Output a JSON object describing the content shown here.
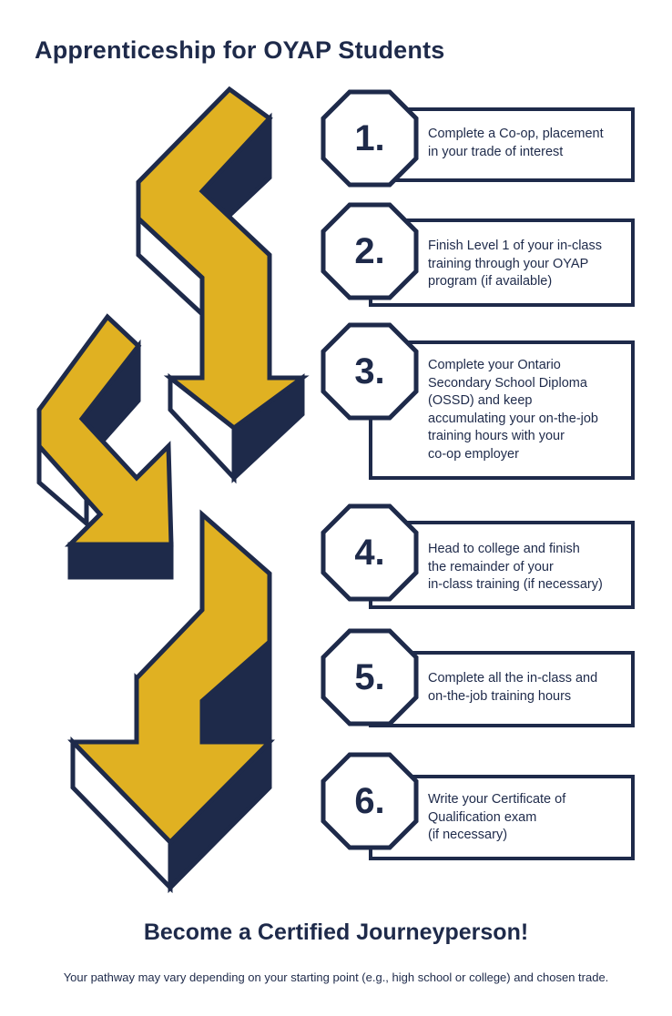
{
  "title": "Apprenticeship for OYAP Students",
  "colors": {
    "navy": "#1e2a4a",
    "gold": "#e0b122",
    "white": "#ffffff"
  },
  "steps": [
    {
      "number": "1.",
      "text": "Complete a Co-op, placement\nin your trade of interest"
    },
    {
      "number": "2.",
      "text": "Finish Level 1 of your in-class\ntraining through your OYAP\nprogram (if available)"
    },
    {
      "number": "3.",
      "text": "Complete your Ontario\nSecondary School Diploma\n(OSSD) and keep\naccumulating your on-the-job\ntraining hours with your\nco-op employer"
    },
    {
      "number": "4.",
      "text": "Head to college and finish\nthe remainder of your\nin-class training (if necessary)"
    },
    {
      "number": "5.",
      "text": "Complete all the in-class and\non-the-job training hours"
    },
    {
      "number": "6.",
      "text": "Write your Certificate of\nQualification exam\n(if necessary)"
    }
  ],
  "closing": "Become a Certified Journeyperson!",
  "footnote": "Your pathway may vary depending on your starting point (e.g., high school or college) and chosen trade."
}
